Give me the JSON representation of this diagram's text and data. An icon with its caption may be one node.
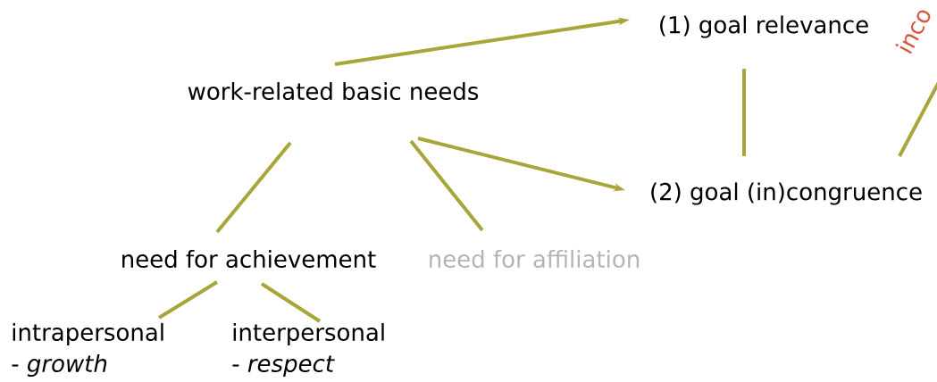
{
  "diagram": {
    "nodes": [
      {
        "text": [
          "work-related basic needs"
        ]
      },
      {
        "text": [
          "(1) goal relevance"
        ]
      },
      {
        "text": [
          "(2) goal (in)congruence"
        ]
      },
      {
        "text": [
          "need for achievement"
        ]
      },
      {
        "text": [
          "need for affiliation"
        ]
      },
      {
        "text": [
          "intrapersonal",
          "- *growth*"
        ]
      },
      {
        "text": [
          "interpersonal",
          "- *respect*"
        ]
      }
    ],
    "edges": [
      {
        "from": 0,
        "to": 1,
        "arrow": "to"
      },
      {
        "from": 0,
        "to": 2,
        "arrow": "to"
      },
      {
        "from": 1,
        "to": 2,
        "arrow": "none"
      },
      {
        "from": 0,
        "to": 3,
        "arrow": "none"
      },
      {
        "from": 0,
        "to": 4,
        "arrow": "none"
      },
      {
        "from": 3,
        "to": 5,
        "arrow": "none"
      },
      {
        "from": 3,
        "to": 6,
        "arrow": "none"
      },
      {
        "from": 2,
        "to": null,
        "arrow": "none"
      }
    ],
    "labels": [
      "inco"
    ]
  }
}
